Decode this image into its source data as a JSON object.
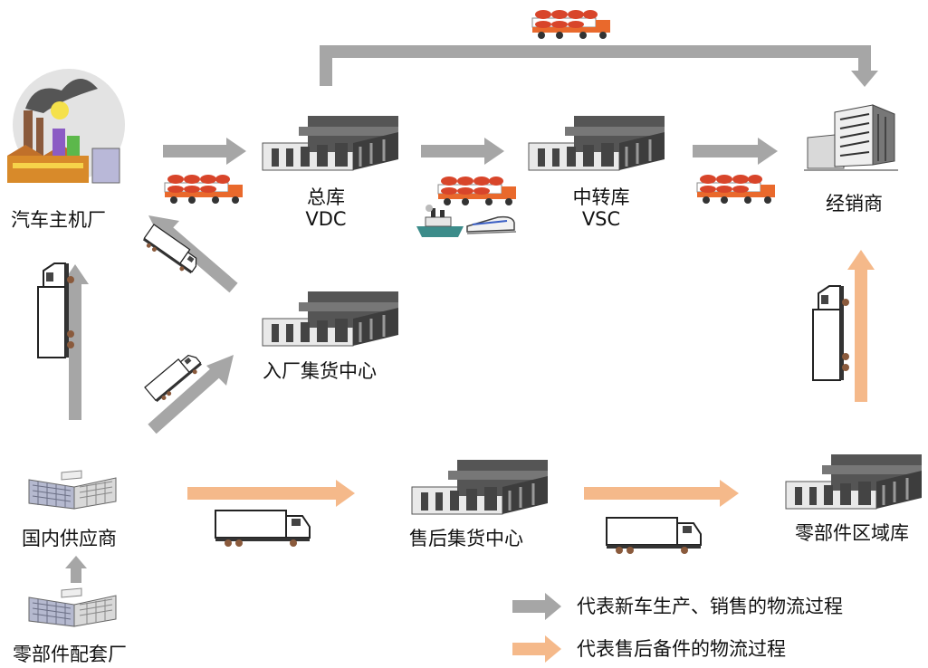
{
  "colors": {
    "gray_arrow": "#a6a6a6",
    "peach_arrow": "#f5b98a",
    "truck_red": "#d8452a",
    "warehouse": "#3d3d3d"
  },
  "nodes": {
    "oem": {
      "label": "汽车主机厂",
      "icon": "factory-icon"
    },
    "vdc": {
      "label": "总库",
      "sub": "VDC",
      "icon": "warehouse-icon"
    },
    "vsc": {
      "label": "中转库",
      "sub": "VSC",
      "icon": "warehouse-icon"
    },
    "dealer": {
      "label": "经销商",
      "icon": "dealer-building-icon"
    },
    "inbound_center": {
      "label": "入厂集货中心",
      "icon": "warehouse-icon"
    },
    "domestic_supplier": {
      "label": "国内供应商",
      "icon": "supplier-building-icon"
    },
    "aftersales_center": {
      "label": "售后集货中心",
      "icon": "warehouse-icon"
    },
    "regional_parts_warehouse": {
      "label": "零部件区域库",
      "icon": "warehouse-icon"
    },
    "parts_factory": {
      "label": "零部件配套厂",
      "icon": "supplier-building-icon"
    }
  },
  "legend": {
    "new_car": "代表新车生产、销售的物流过程",
    "aftersales": "代表售后备件的物流过程"
  }
}
